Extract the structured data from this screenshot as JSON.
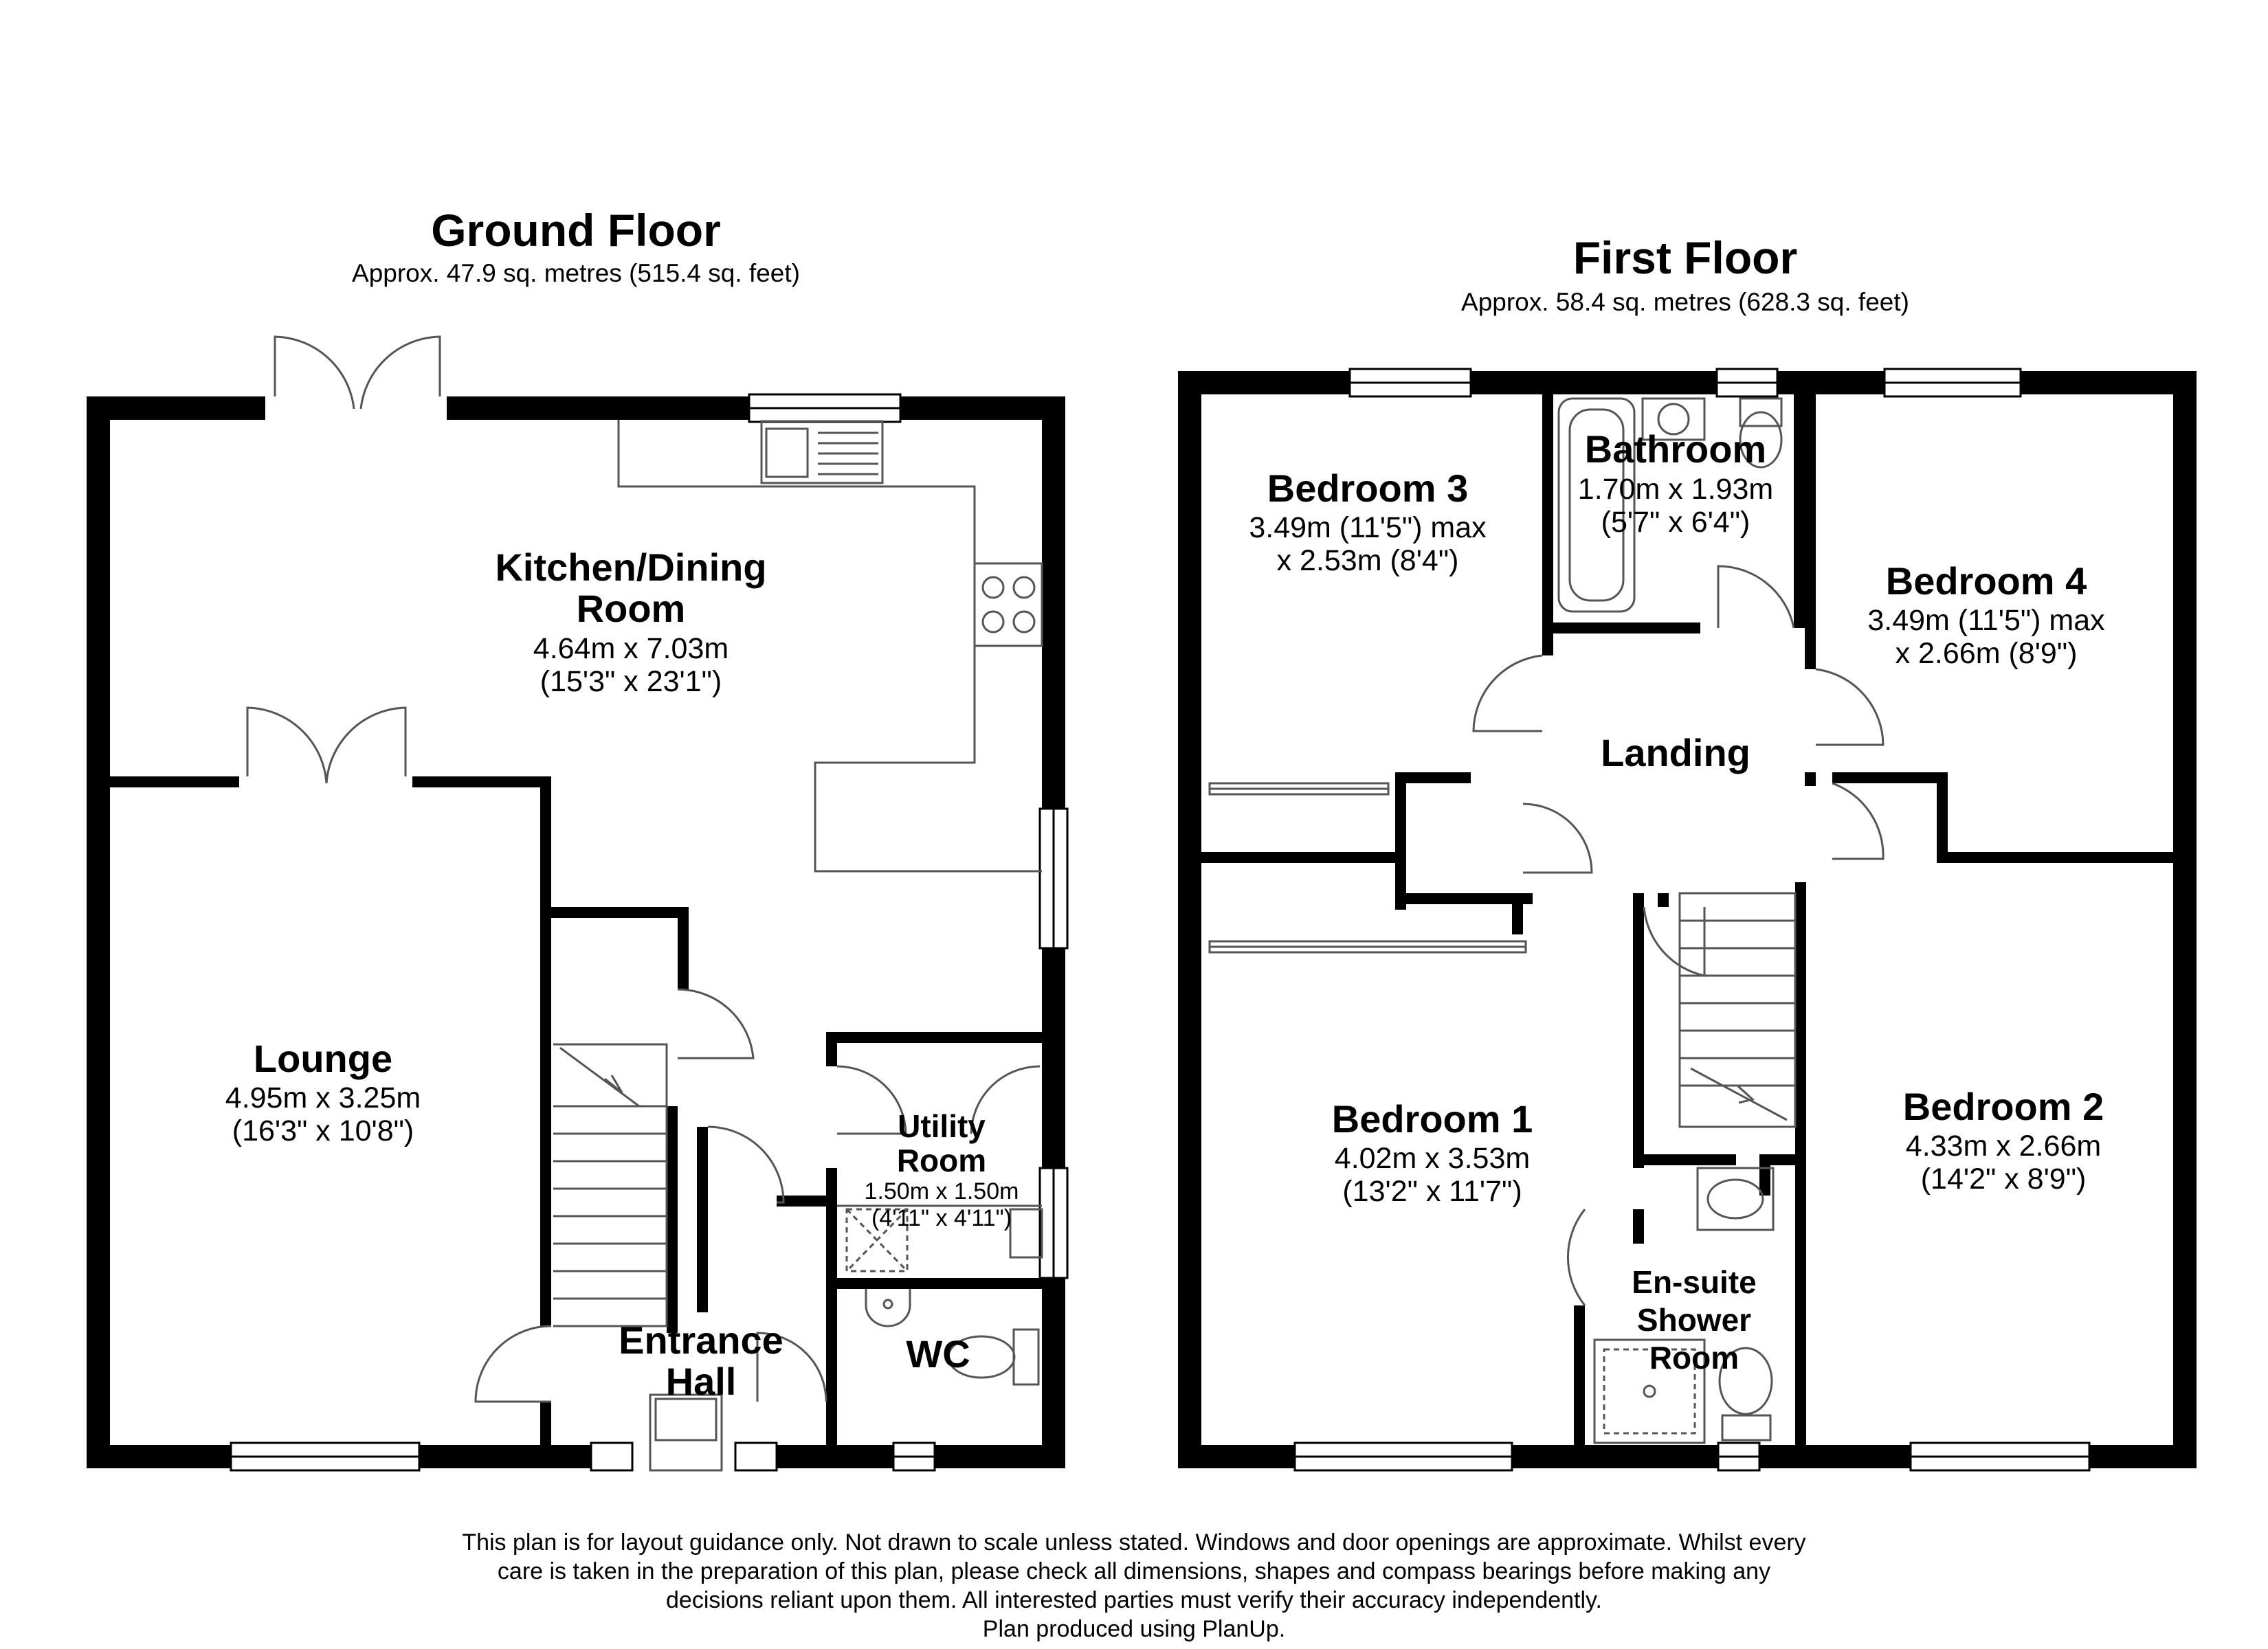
{
  "ground_floor": {
    "title": "Ground Floor",
    "area": "Approx. 47.9 sq. metres (515.4 sq. feet)",
    "rooms": {
      "kitchen": {
        "name_1": "Kitchen/Dining",
        "name_2": "Room",
        "dims_metric": "4.64m x 7.03m",
        "dims_imperial": "(15'3\" x 23'1\")"
      },
      "lounge": {
        "name": "Lounge",
        "dims_metric": "4.95m x 3.25m",
        "dims_imperial": "(16'3\" x 10'8\")"
      },
      "utility": {
        "name_1": "Utility",
        "name_2": "Room",
        "dims_metric": "1.50m x 1.50m",
        "dims_imperial": "(4'11\" x 4'11\")"
      },
      "entrance": {
        "name_1": "Entrance",
        "name_2": "Hall"
      },
      "wc": {
        "name": "WC"
      }
    }
  },
  "first_floor": {
    "title": "First Floor",
    "area": "Approx. 58.4 sq. metres (628.3 sq. feet)",
    "rooms": {
      "bedroom3": {
        "name": "Bedroom 3",
        "dims_1": "3.49m (11'5\") max",
        "dims_2": "x 2.53m (8'4\")"
      },
      "bathroom": {
        "name": "Bathroom",
        "dims_metric": "1.70m x 1.93m",
        "dims_imperial": "(5'7\" x 6'4\")"
      },
      "bedroom4": {
        "name": "Bedroom 4",
        "dims_1": "3.49m (11'5\") max",
        "dims_2": "x 2.66m (8'9\")"
      },
      "landing": {
        "name": "Landing"
      },
      "bedroom1": {
        "name": "Bedroom 1",
        "dims_metric": "4.02m x 3.53m",
        "dims_imperial": "(13'2\" x 11'7\")"
      },
      "bedroom2": {
        "name": "Bedroom 2",
        "dims_metric": "4.33m x 2.66m",
        "dims_imperial": "(14'2\" x 8'9\")"
      },
      "ensuite": {
        "name_1": "En-suite",
        "name_2": "Shower",
        "name_3": "Room"
      }
    }
  },
  "disclaimer": {
    "line1": "This plan is for layout guidance only. Not drawn to scale unless stated. Windows and door openings are approximate. Whilst every",
    "line2": "care is taken in the preparation of this plan, please check all dimensions, shapes and compass bearings before making any",
    "line3": "decisions reliant upon them. All interested parties must verify their accuracy independently.",
    "line4": "Plan produced using PlanUp."
  },
  "colors": {
    "wall": "#000000",
    "background": "#ffffff",
    "fixture_line": "#555555"
  }
}
